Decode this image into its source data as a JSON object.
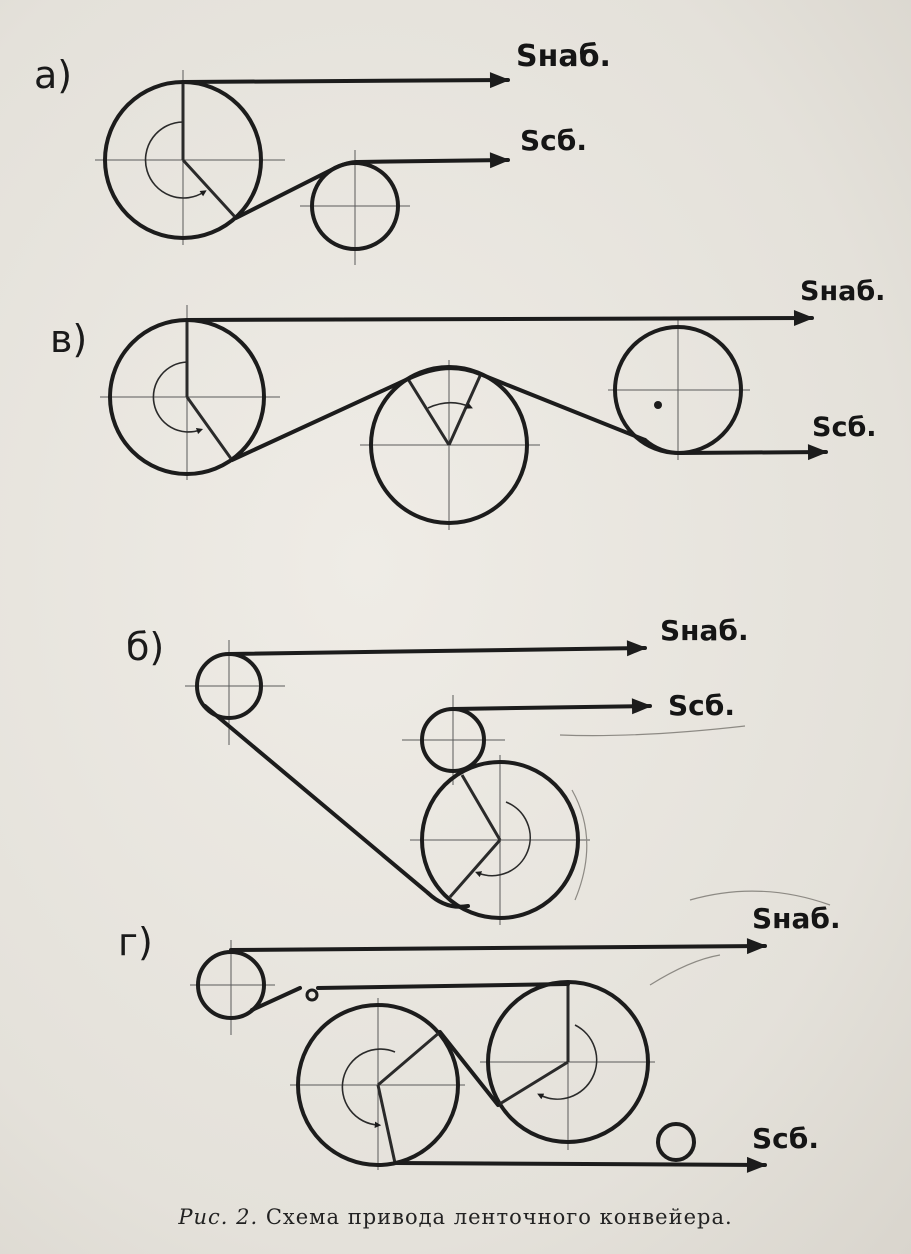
{
  "panels": [
    {
      "id": "a",
      "label": "а)",
      "s_tight": "Sнаб.",
      "s_slack": "Sсб."
    },
    {
      "id": "v",
      "label": "в)",
      "s_tight": "Sнаб.",
      "s_slack": "Sсб."
    },
    {
      "id": "b",
      "label": "б)",
      "s_tight": "Sнаб.",
      "s_slack": "Sсб."
    },
    {
      "id": "g",
      "label": "г)",
      "s_tight": "Sнаб.",
      "s_slack": "Sсб."
    }
  ],
  "caption": {
    "figure": "Рис. 2.",
    "text": "Схема привода ленточного конвейера."
  },
  "colors": {
    "ink": "#1c1c1c",
    "paper": "#e9e6e0"
  }
}
